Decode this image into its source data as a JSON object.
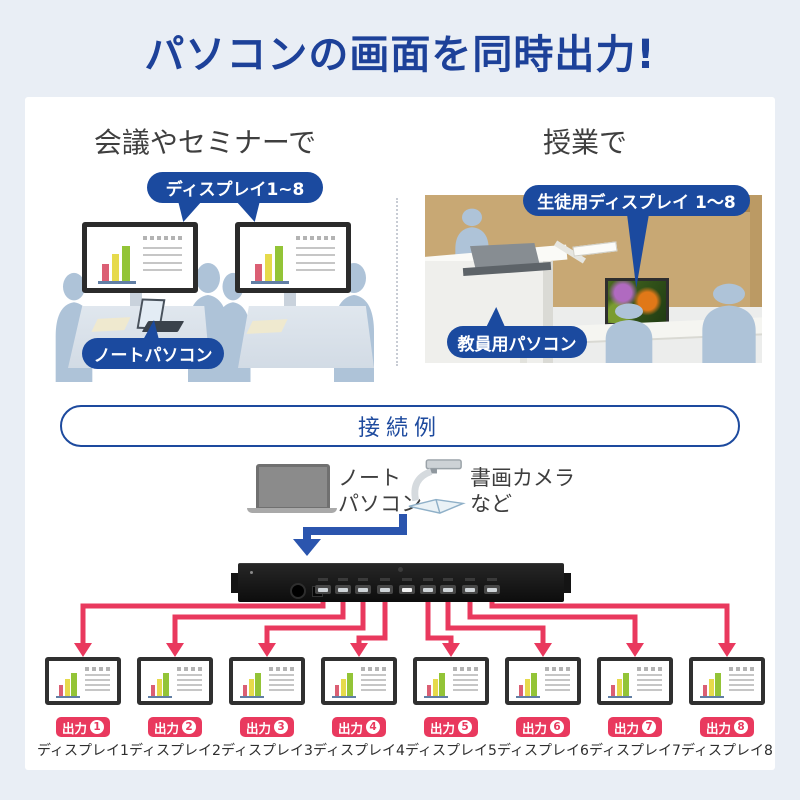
{
  "title": "パソコンの画面を同時出力!",
  "scene_meeting": {
    "heading": "会議やセミナーで",
    "display_bubble": "ディスプレイ1~8",
    "laptop_bubble": "ノートパソコン"
  },
  "scene_class": {
    "heading": "授業で",
    "display_bubble": "生徒用ディスプレイ 1〜8",
    "teacher_pc_bubble": "教員用パソコン"
  },
  "connection_example": {
    "heading": "接続例",
    "laptop_label_line1": "ノート",
    "laptop_label_line2": "パソコン",
    "doccam_label_line1": "書画カメラ",
    "doccam_label_line2": "など"
  },
  "outputs": [
    {
      "badge": "出力",
      "number": "1",
      "label": "ディスプレイ1"
    },
    {
      "badge": "出力",
      "number": "2",
      "label": "ディスプレイ2"
    },
    {
      "badge": "出力",
      "number": "3",
      "label": "ディスプレイ3"
    },
    {
      "badge": "出力",
      "number": "4",
      "label": "ディスプレイ4"
    },
    {
      "badge": "出力",
      "number": "5",
      "label": "ディスプレイ5"
    },
    {
      "badge": "出力",
      "number": "6",
      "label": "ディスプレイ6"
    },
    {
      "badge": "出力",
      "number": "7",
      "label": "ディスプレイ7"
    },
    {
      "badge": "出力",
      "number": "8",
      "label": "ディスプレイ8"
    }
  ],
  "colors": {
    "title_blue": "#1d4199",
    "bubble_blue": "#1b4a9f",
    "outline_blue": "#1d4a9e",
    "arrow_blue": "#2b55ae",
    "signal_red": "#e9395e",
    "page_bg": "#e9eef5"
  }
}
